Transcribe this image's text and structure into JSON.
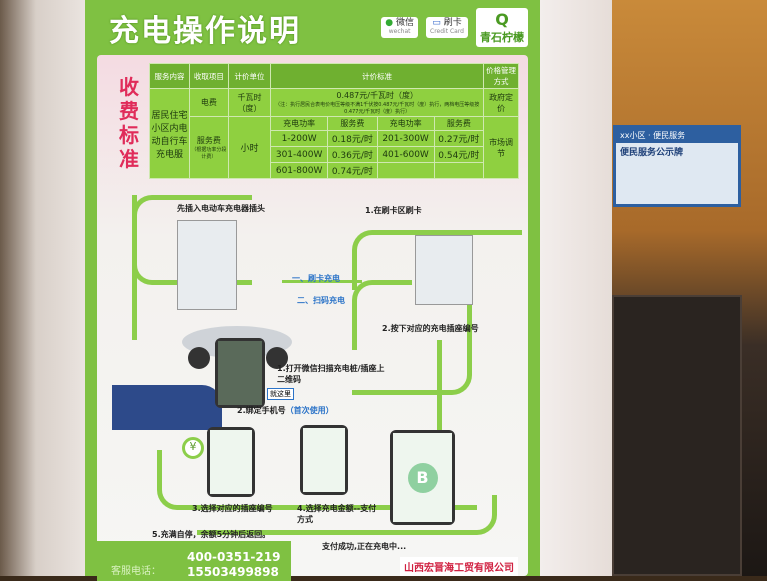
{
  "poster": {
    "title": "充电操作说明",
    "wechat": {
      "label": "微信",
      "sub": "wechat"
    },
    "card": {
      "label": "刷卡",
      "sub": "Credit Card"
    },
    "brand": "青石柠檬",
    "side_title": "收费标准",
    "table": {
      "headers": [
        "服务内容",
        "收取项目",
        "计价单位",
        "计价标准",
        "价格管理方式"
      ],
      "service": "居民住宅小区内电动自行车充电服",
      "electricity": {
        "item": "电费",
        "unit": "千瓦时（度）",
        "price": "0.487元/千瓦时（度）",
        "note": "（注：执行居民合表电价电压等级不满1千伏按0.487元/千瓦时（度）执行，两档电压等级按0.477元/千瓦时（度）执行）",
        "management": "政府定价"
      },
      "service_fee": {
        "item": "服务费",
        "item_note": "（根据功率分段计费）",
        "unit": "小时",
        "management": "市场调节",
        "sub_headers": [
          "充电功率",
          "服务费",
          "充电功率",
          "服务费"
        ],
        "rows": [
          [
            "1-200W",
            "0.18元/时",
            "201-300W",
            "0.27元/时"
          ],
          [
            "301-400W",
            "0.36元/时",
            "401-600W",
            "0.54元/时"
          ],
          [
            "601-800W",
            "0.74元/时",
            "",
            ""
          ]
        ]
      }
    },
    "steps": {
      "plug": "先插入电动车充电器插头",
      "method1": "一、刷卡充电",
      "method2": "二、扫码充电",
      "card1": "1.在刷卡区刷卡",
      "card2": "2.按下对应的充电插座编号",
      "scan1": "1.打开微信扫描充电桩/插座上二维码",
      "scan2_prefix": "2.绑定手机号",
      "scan2_note": "（首次使用）",
      "scan3": "3.选择对应的插座编号",
      "scan4": "4.选择充电金额--支付方式",
      "scan5": "5.充满自停，余额5分钟后返回。",
      "paid": "支付成功,正在充电中...",
      "phone_btn": "就这里"
    },
    "footer": {
      "tel_label": "客服电话：",
      "tel1": "400-0351-219",
      "tel2": "15503499898",
      "company": "山西宏晋海工贸有限公司"
    }
  },
  "wall_sign": {
    "header": "xx小区 · 便民服务",
    "title": "便民服务公示牌"
  }
}
